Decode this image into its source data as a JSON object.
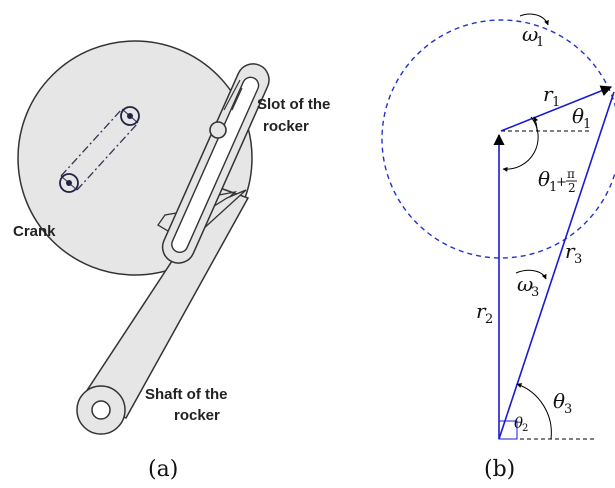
{
  "panel_a": {
    "caption": "(a)",
    "labels": {
      "crank": "Crank",
      "slot_line1": "Slot of the",
      "slot_line2": "rocker",
      "shaft_line1": "Shaft of the",
      "shaft_line2": "rocker"
    }
  },
  "panel_b": {
    "caption": "(b)",
    "symbols": {
      "omega1": "ω",
      "omega1_sub": "1",
      "r1": "r",
      "r1_sub": "1",
      "theta1": "θ",
      "theta1_sub": "1",
      "theta1_plus": "θ",
      "theta1_plus_sub": "1",
      "plus_sign": "+",
      "pi": "π",
      "two": "2",
      "r2": "r",
      "r2_sub": "2",
      "r3": "r",
      "r3_sub": "3",
      "omega3": "ω",
      "omega3_sub": "3",
      "theta2": "θ",
      "theta2_sub": "2",
      "theta3": "θ",
      "theta3_sub": "3"
    }
  },
  "colors": {
    "vector_blue": "#1a1ad6",
    "dashed_blue": "#2233cc",
    "gray_fill": "#e6e6e6",
    "dark_stroke": "#333333",
    "black": "#000000"
  }
}
